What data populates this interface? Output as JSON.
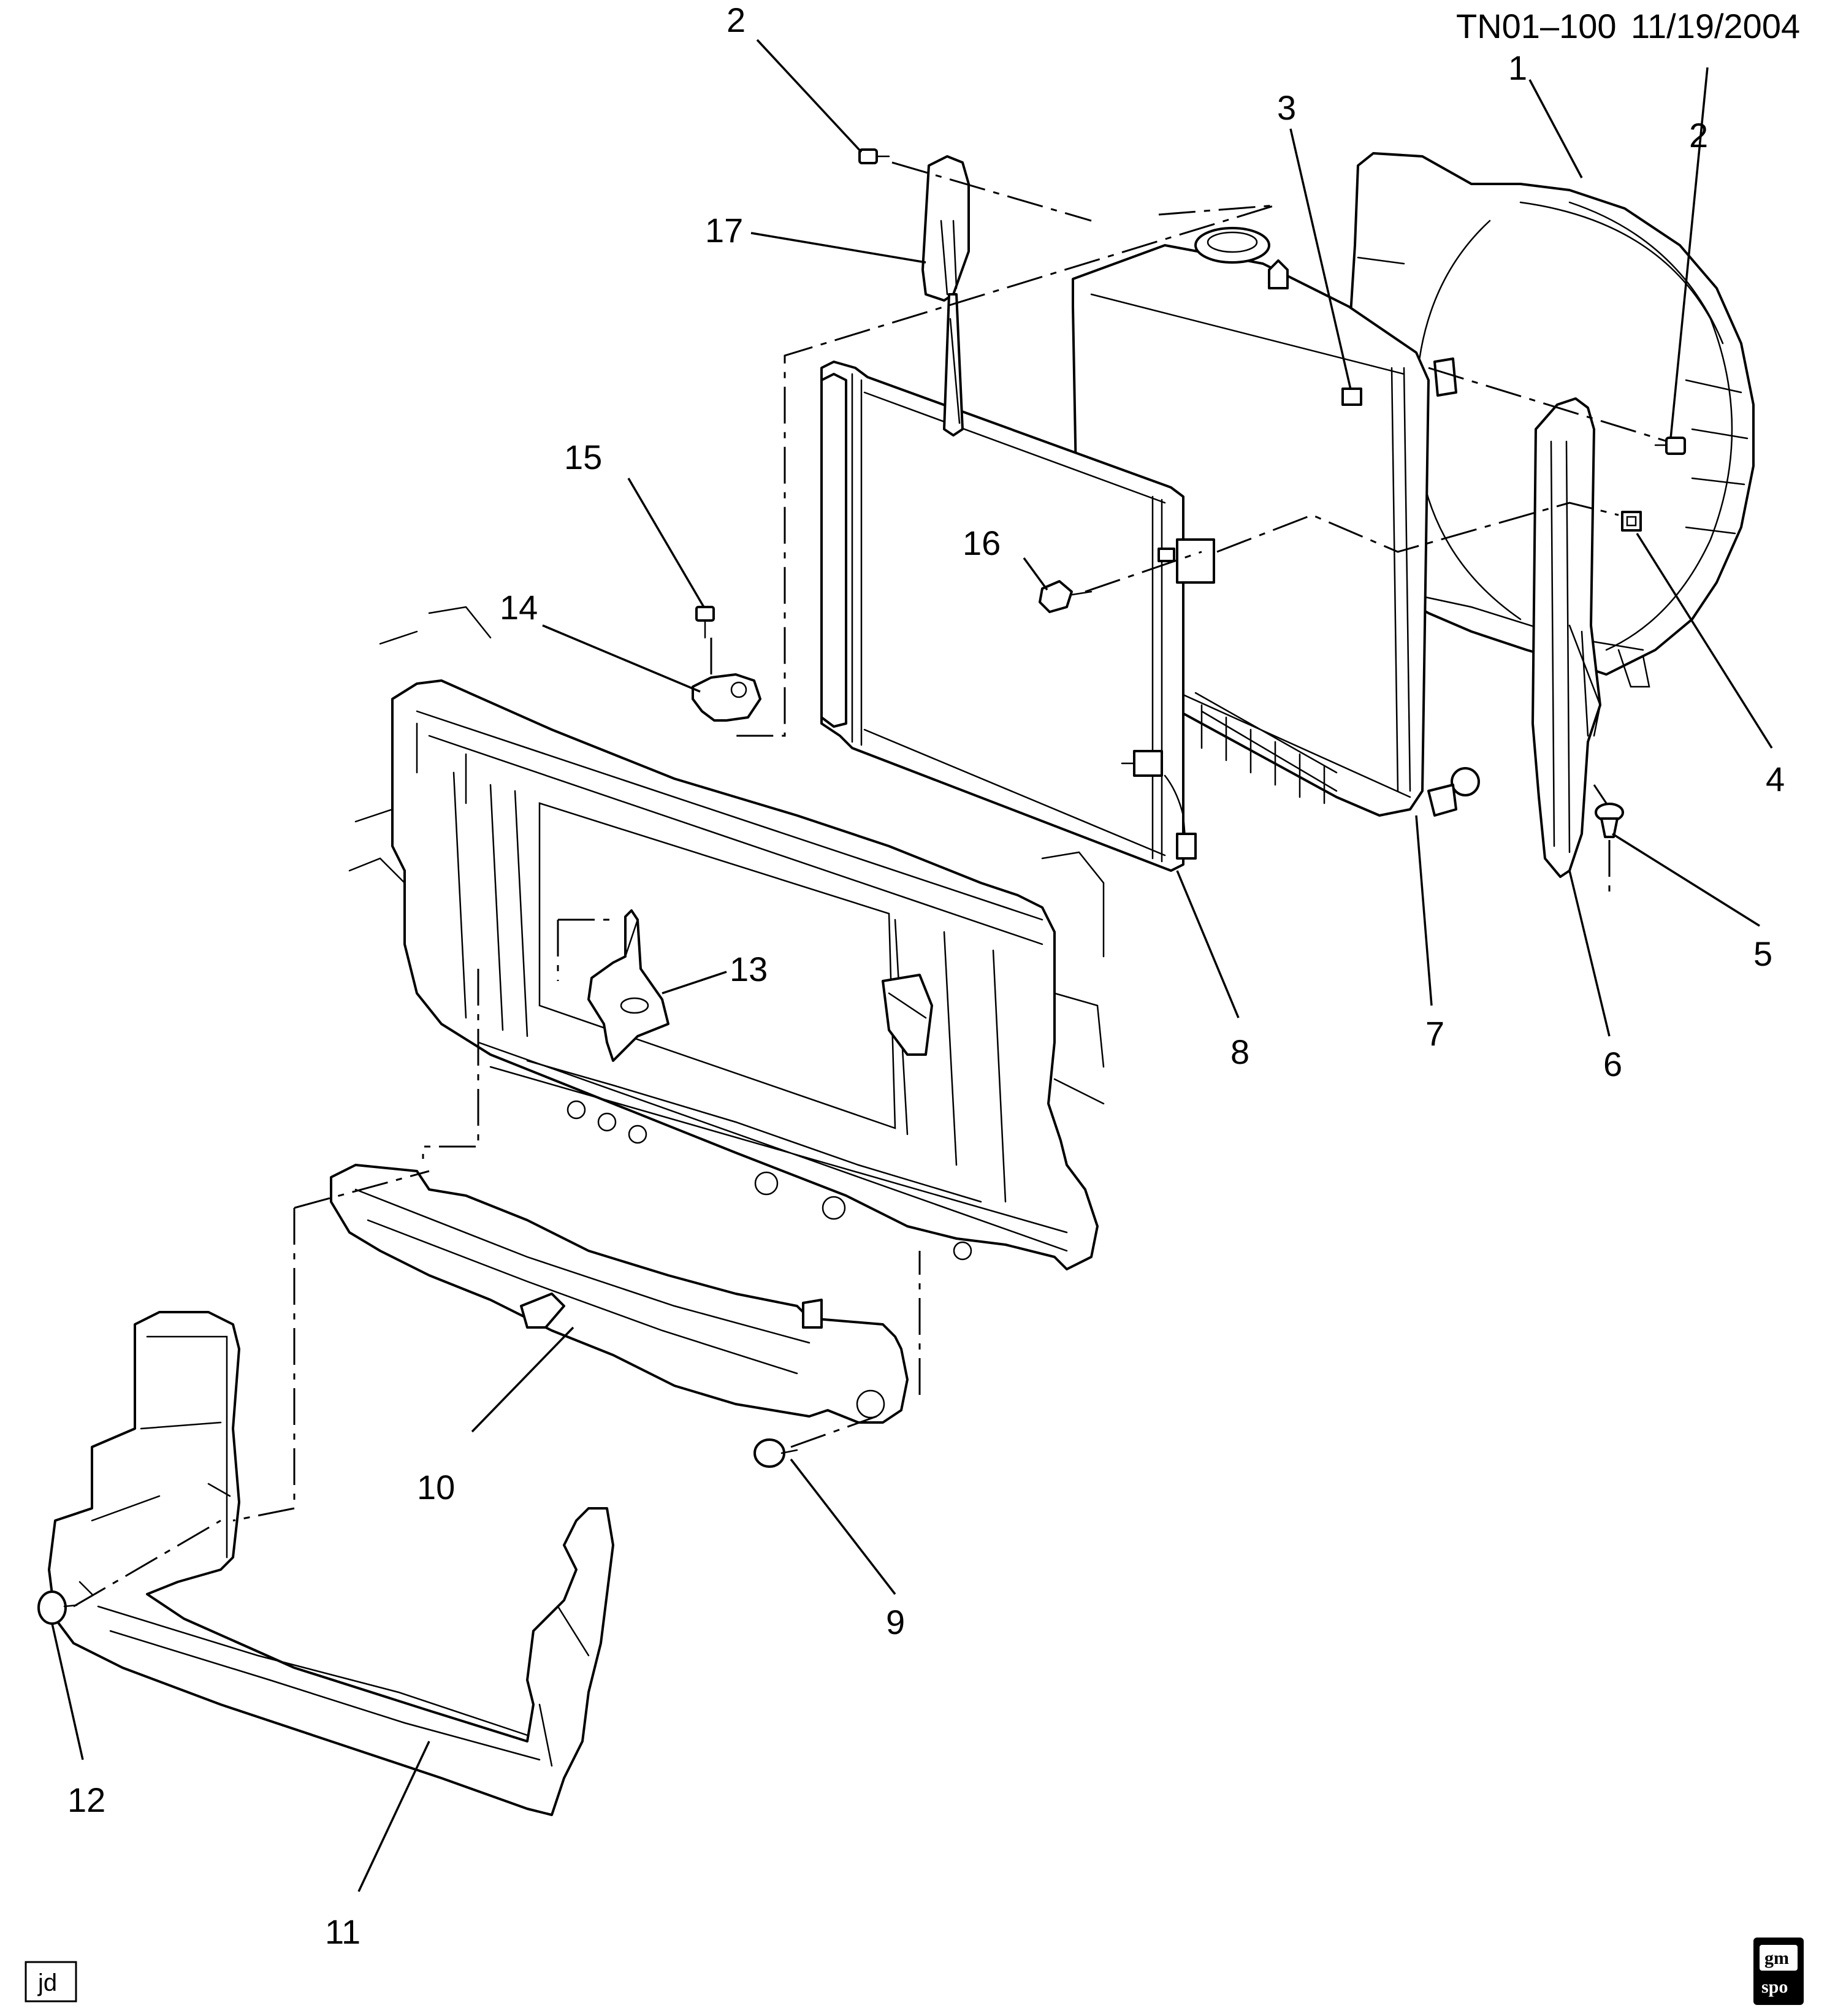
{
  "header": {
    "code": "TN01–100",
    "date": "11/19/2004"
  },
  "labels": {
    "l1": "1",
    "l2a": "2",
    "l2b": "2",
    "l3": "3",
    "l4": "4",
    "l5": "5",
    "l6": "6",
    "l7": "7",
    "l8": "8",
    "l9": "9",
    "l10": "10",
    "l11": "11",
    "l12": "12",
    "l13": "13",
    "l14": "14",
    "l15": "15",
    "l16": "16",
    "l17": "17"
  },
  "footer": {
    "artist": "jd",
    "logo_top": "gm",
    "logo_bottom": "spo"
  },
  "colors": {
    "ink": "#000000",
    "paper": "#ffffff"
  }
}
